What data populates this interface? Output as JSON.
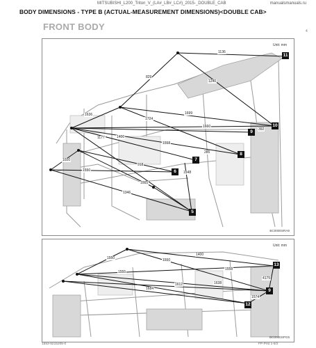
{
  "header": {
    "doc_title": "MITSUBISHI_L200_Triton_V_(LA#_LB#_LC#)_2015-_DOUBLE_CAB",
    "site": "manualsmanuals.ru"
  },
  "page": {
    "title": "BODY DIMENSIONS - TYPE B (ACTUAL-MEASUREMENT DIMENSIONS)<DOUBLE CAB>",
    "section": "FRONT BODY",
    "page_mark": "4"
  },
  "figure1": {
    "unit": "Unit: mm",
    "code": "BC0000SRA9",
    "points": [
      "11",
      "10",
      "9",
      "8",
      "7",
      "6",
      "5"
    ],
    "dims": [
      "1136",
      "1240",
      "829",
      "1699",
      "1724",
      "1660",
      "1636",
      "1400",
      "1177",
      "1558",
      "1550",
      "1548",
      "918",
      "1020",
      "1346",
      "1005",
      "285",
      "392"
    ]
  },
  "figure2": {
    "unit": "Unit: mm",
    "code": "BC0000SPG5",
    "points": [
      "13",
      "12",
      "9"
    ],
    "dims": [
      "1400",
      "1550",
      "1550",
      "1555",
      "1558",
      "1612",
      "1638",
      "1684",
      "4175",
      "1574"
    ]
  },
  "footer": {
    "left": "1553-8215205-0",
    "right": "FP-Prst 1-6/2"
  }
}
